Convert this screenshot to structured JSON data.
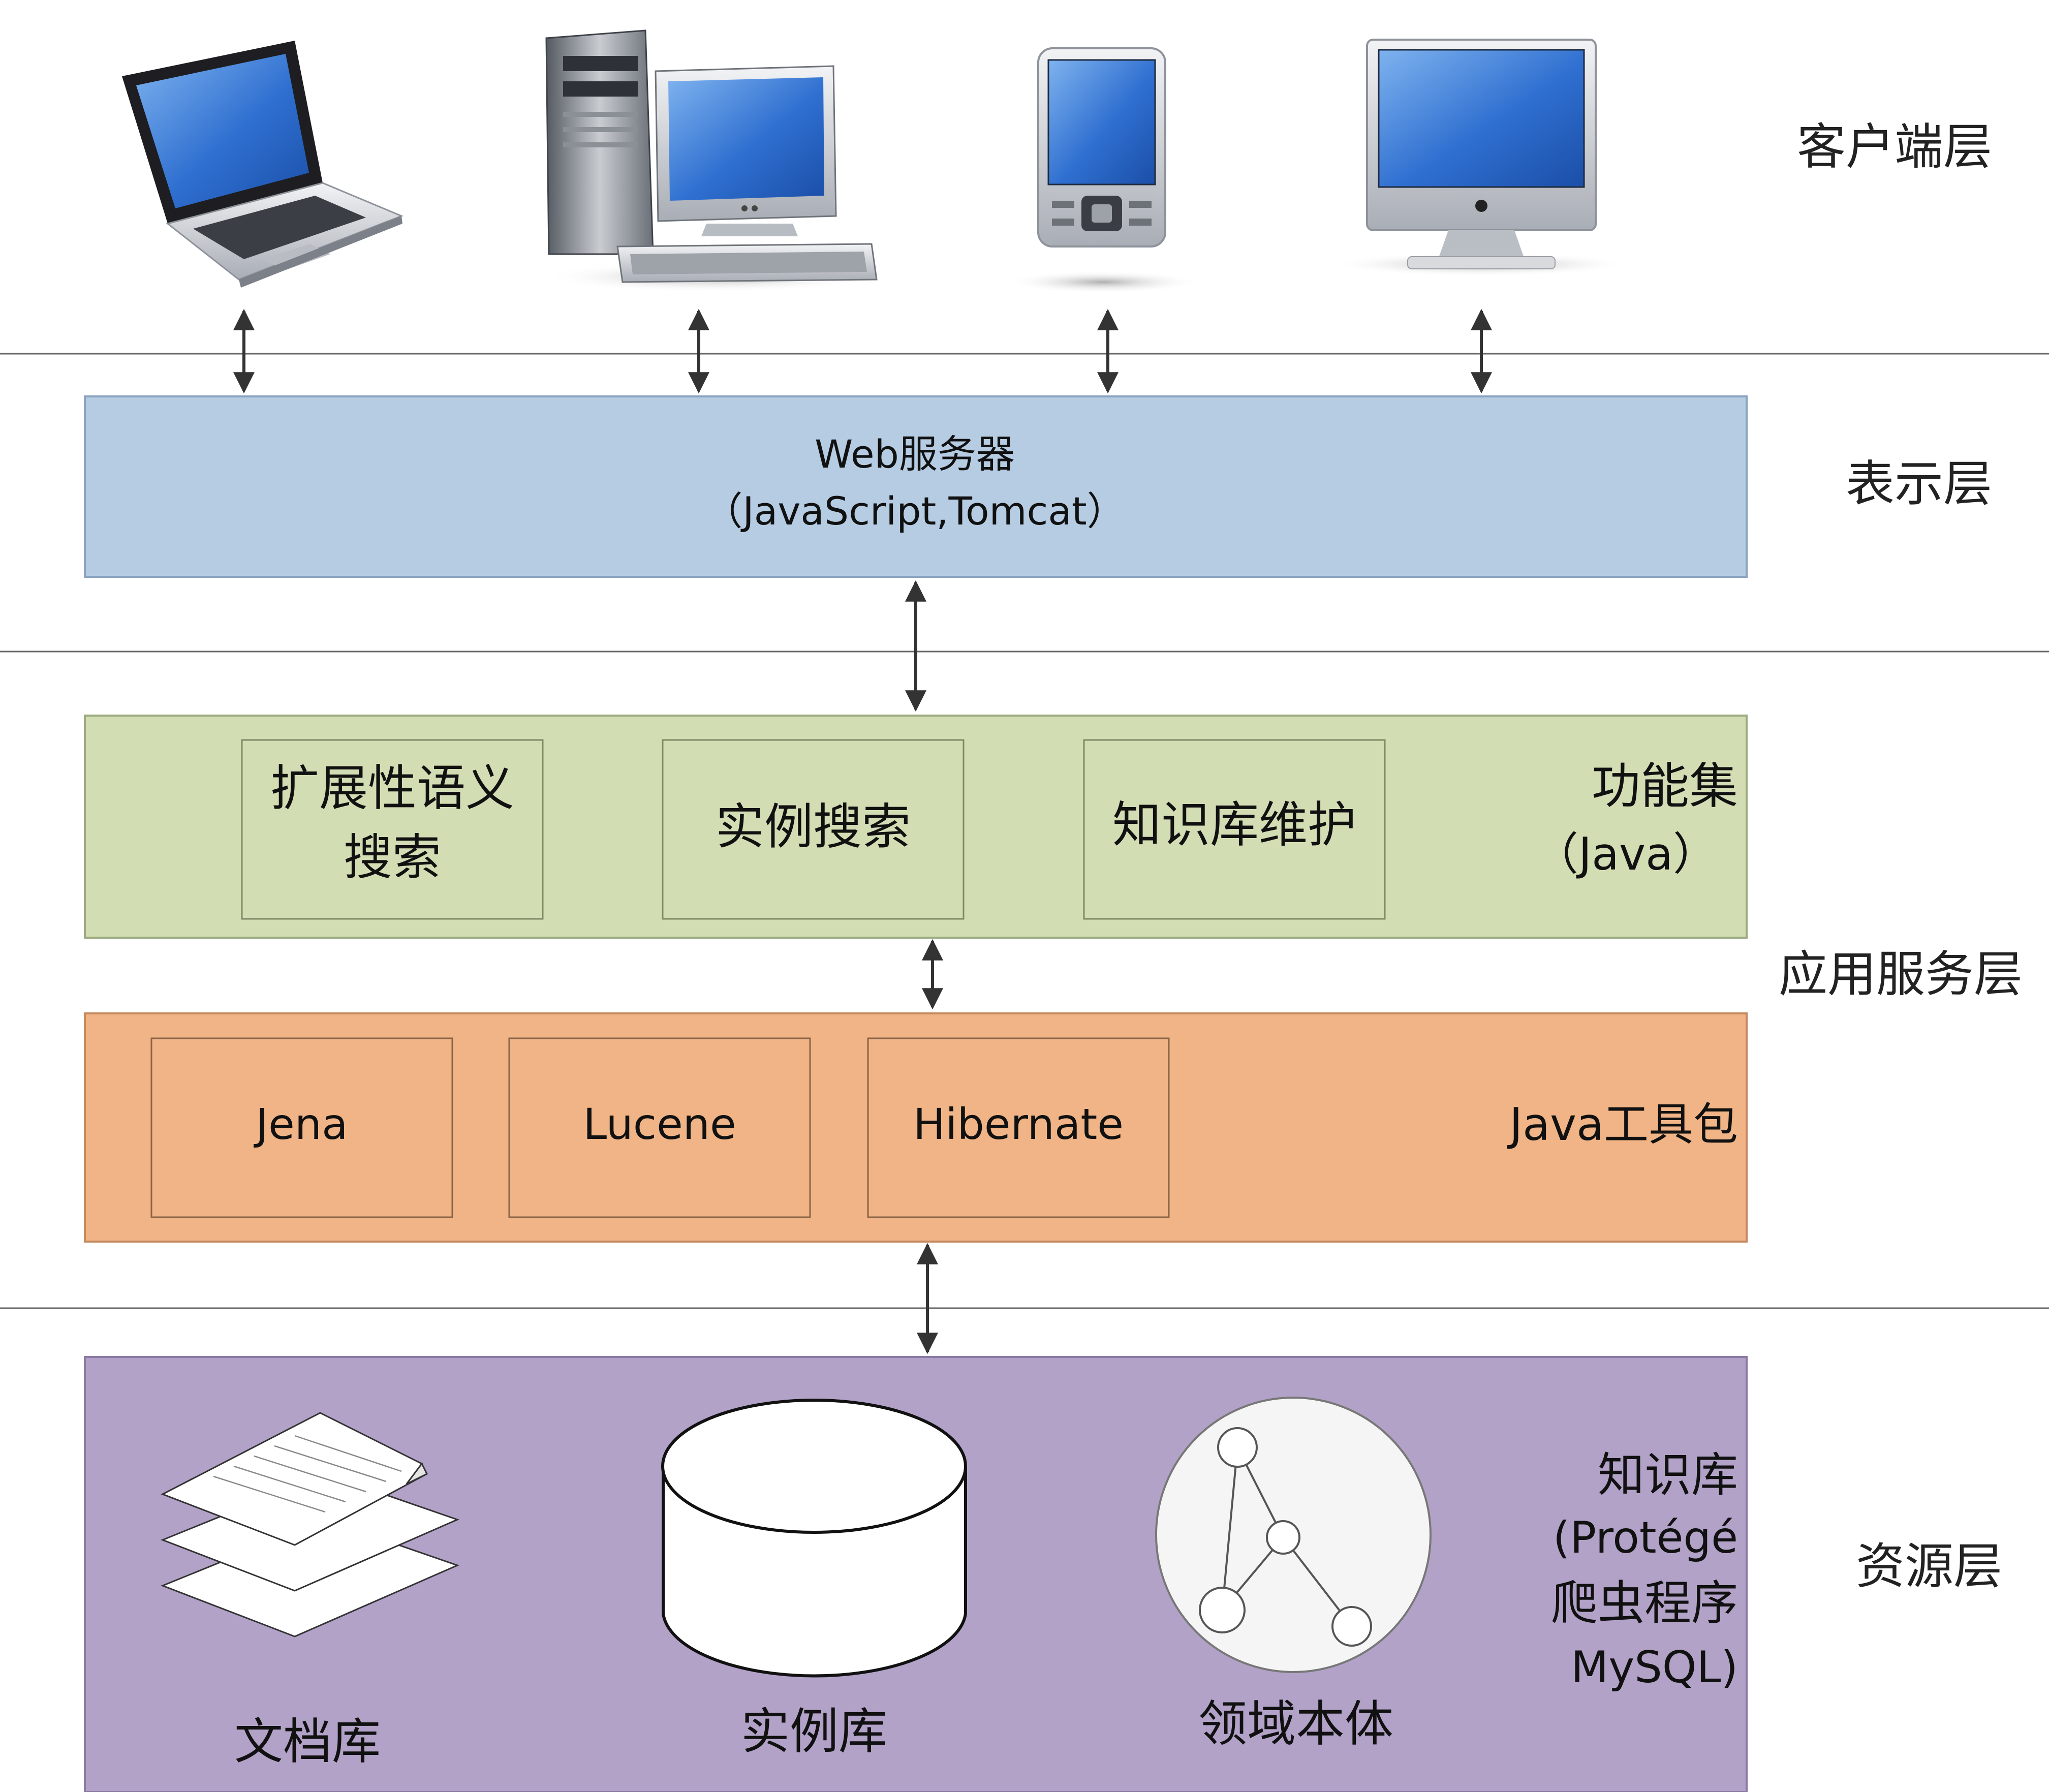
{
  "layers": {
    "client": "客户端层",
    "presentation": "表示层",
    "app_service": "应用服务层",
    "resource": "资源层"
  },
  "presentation_box": {
    "line1": "Web服务器",
    "line2": "（JavaScript,Tomcat）",
    "color": "#b5cce3"
  },
  "function_set": {
    "label_line1": "功能集",
    "label_line2": "（Java）",
    "color": "#d3ddb4",
    "items": [
      {
        "line1": "扩展性语义",
        "line2": "搜索"
      },
      {
        "line1": "实例搜索"
      },
      {
        "line1": "知识库维护"
      }
    ]
  },
  "java_tools": {
    "label": "Java工具包",
    "color": "#f0b486",
    "items": [
      "Jena",
      "Lucene",
      "Hibernate"
    ]
  },
  "resource_box": {
    "color": "#b2a2c8",
    "label_lines": [
      "知识库",
      "(Protégé",
      "爬虫程序",
      "MySQL)"
    ],
    "items": [
      "文档库",
      "实例库",
      "领域本体"
    ]
  },
  "client_devices": [
    "laptop-icon",
    "desktop-computer-icon",
    "mobile-phone-icon",
    "monitor-icon"
  ]
}
